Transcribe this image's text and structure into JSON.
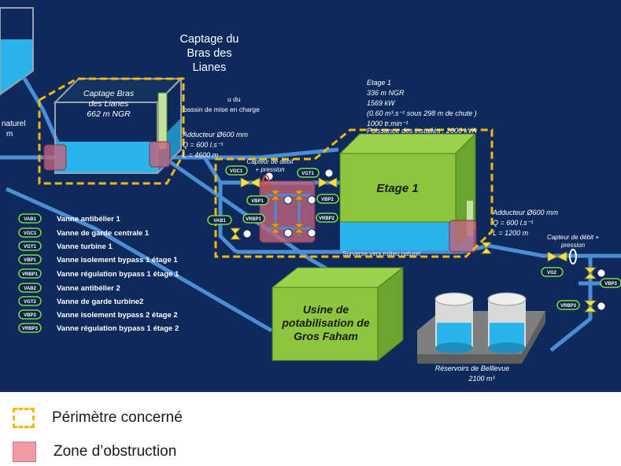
{
  "colors": {
    "background": "#0e2a5c",
    "pipe": "#4a8fd6",
    "perimeter": "#f2b80c",
    "obstruction_zone": "#c1637e",
    "green_box": "#8cc63f",
    "water": "#2ab5ea",
    "valve": "#f6e04a"
  },
  "titles": {
    "captage_line1": "Captage du",
    "captage_line2": "Bras des",
    "captage_line3": "Lianes"
  },
  "basin": {
    "line1": "Captage Bras",
    "line2": "des Lianes",
    "line3": "662 m NGR"
  },
  "labels": {
    "naturel": "naturel",
    "m": "m",
    "bassin_line1": "u du",
    "bassin_line2": "bassin de mise en charge",
    "adducteur1_line1": "Adducteur  Ø600 mm",
    "adducteur1_line2": "Q = 600 l.s⁻¹",
    "adducteur1_line3": "L = 4600 m",
    "capteur1_line1": "Capteur de débit",
    "capteur1_line2": "+ pression",
    "adducteur2_line1": "Adducteur  Ø600 mm",
    "adducteur2_line2": "Q = 600 l.s⁻¹",
    "adducteur2_line3": "L = 1200 m",
    "capteur2_line1": "Capteur de débit +",
    "capteur2_line2": "pression",
    "surverse": "Surverse vers milieu naturel",
    "reservoirs_line1": "Réservoirs de Belllevue",
    "reservoirs_line2": "2100 m³"
  },
  "etage": {
    "box_label": "Etage 1",
    "info_line1": "Etage 1",
    "info_line2": "336 m NGR",
    "info_line3": "1569 kW",
    "info_line4": "(0.60 m³.s⁻¹ sous 298 m de chute )",
    "info_line5": "1000 tr.min⁻¹",
    "info_line6": "Puissance des installés : 2000 kVA"
  },
  "usine": {
    "line1": "Usine de",
    "line2": "potabilisation de",
    "line3": "Gros Faham"
  },
  "valve_tags": {
    "vgc1": "VGC1",
    "vgt1": "VGT1",
    "vbp1": "VBP1",
    "vbp2": "VBP2",
    "vrbp1": "VRBP1",
    "vrbp2": "VRBP2",
    "vab1": "VAB1",
    "vg2": "VG2",
    "vbp3": "VBP3",
    "vrbp3": "VRBP3"
  },
  "valve_legend": [
    {
      "code": "VAB1",
      "desc": "Vanne antibélier 1"
    },
    {
      "code": "VGC1",
      "desc": "Vanne  de garde centrale 1"
    },
    {
      "code": "VGT1",
      "desc": "Vanne turbine 1"
    },
    {
      "code": "VBP1",
      "desc": "Vanne isolement bypass 1 étage 1"
    },
    {
      "code": "VRBP1",
      "desc": "Vanne régulation bypass 1 étage 1"
    },
    {
      "code": "VAB2",
      "desc": "Vanne antibélier 2"
    },
    {
      "code": "VGT2",
      "desc": "Vanne de garde turbine2"
    },
    {
      "code": "VBP3",
      "desc": "Vanne  isolement bypass 2 étage 2"
    },
    {
      "code": "VRBP3",
      "desc": "Vanne régulation bypass  1 étage 2"
    }
  ],
  "legend": {
    "perimetre": "Périmètre concerné",
    "zone": "Zone d’obstruction"
  }
}
